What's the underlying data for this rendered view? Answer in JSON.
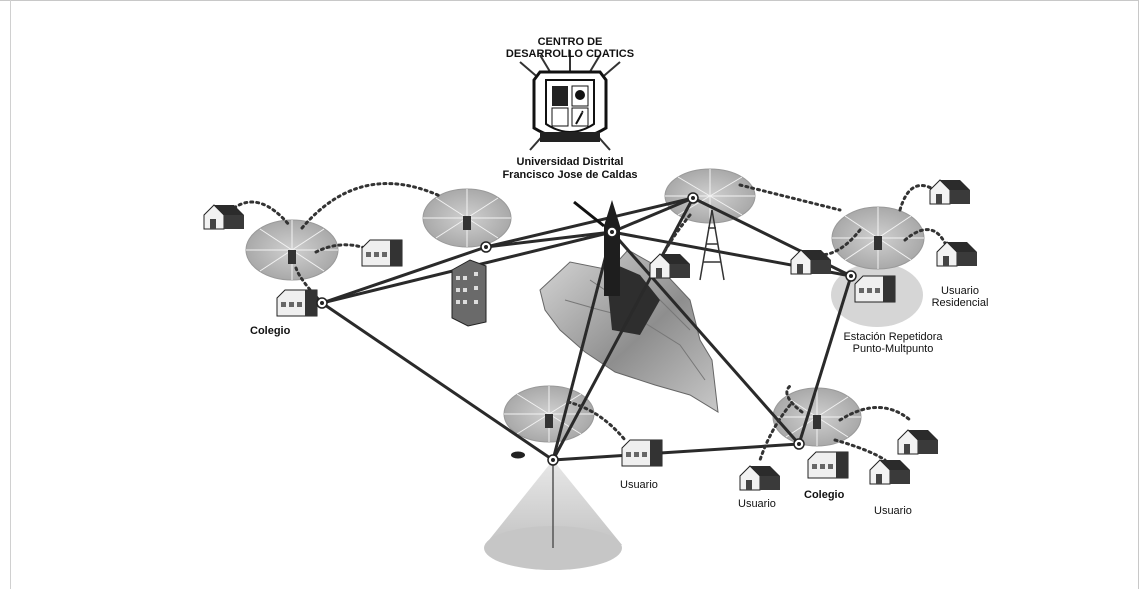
{
  "header": {
    "line1": "CENTRO DE",
    "line2": "DESARROLLO CDATICS"
  },
  "university": {
    "line1": "Universidad Distrital",
    "line2": "Francisco Jose de Caldas"
  },
  "labels": {
    "colegio_left": "Colegio",
    "usuario_residencial_line1": "Usuario",
    "usuario_residencial_line2": "Residencial",
    "estacion_line1": "Estación Repetidora",
    "estacion_line2": "Punto-Multpunto",
    "usuario_center": "Usuario",
    "usuario_bottom": "Usuario",
    "colegio_bottom": "Colegio",
    "usuario_bottom_right": "Usuario"
  },
  "colors": {
    "link": "#2a2a2a",
    "sector": "#b9b9b9",
    "house_dark": "#2b2b2b",
    "house_light": "#e6e6e6",
    "terrain": "#9a9a9a"
  }
}
